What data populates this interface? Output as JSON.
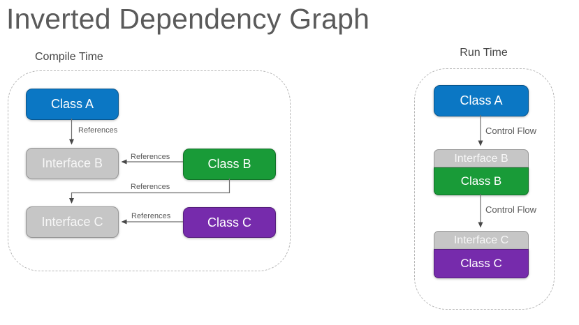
{
  "title": "Inverted Dependency Graph",
  "compile": {
    "label": "Compile Time",
    "nodes": {
      "class_a": "Class A",
      "interface_b": "Interface B",
      "class_b": "Class B",
      "interface_c": "Interface C",
      "class_c": "Class C"
    },
    "edges": {
      "a_to_interface_b": "References",
      "b_to_interface_b": "References",
      "b_to_interface_c": "References",
      "c_to_interface_c": "References"
    }
  },
  "runtime": {
    "label": "Run Time",
    "nodes": {
      "class_a": "Class A",
      "interface_b": "Interface B",
      "class_b": "Class B",
      "interface_c": "Interface C",
      "class_c": "Class C"
    },
    "edges": {
      "a_to_b": "Control Flow",
      "b_to_c": "Control Flow"
    }
  },
  "colors": {
    "class_blue": "#0B77C4",
    "class_green": "#199B38",
    "class_purple": "#762BAC",
    "interface_fill": "#C6C6C6",
    "interface_border": "#969696",
    "dash_color": "#B5B5B5",
    "edge_label_color": "#595959",
    "title_color": "#5A5A5A",
    "arrow_color": "#6E6E6E"
  }
}
